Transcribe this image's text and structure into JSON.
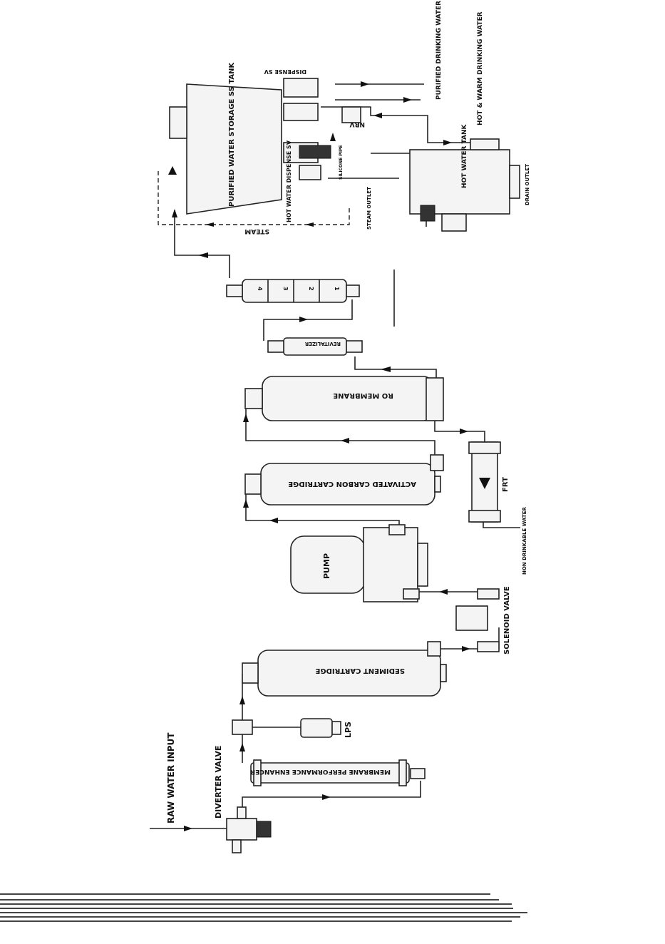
{
  "labels": {
    "raw_water_input": "RAW WATER INPUT",
    "diverter_valve": "DIVERTER VALVE",
    "membrane_enhancer": "MEMBRANE PERFORMANCE ENHANCER",
    "lps": "LPS",
    "sediment_cartridge": "SEDIMENT CARTRIDGE",
    "solenoid_valve": "SOLENOID VALVE",
    "pump": "PUMP",
    "carbon_cartridge": "ACTIVATED CARBON CARTRIDGE",
    "frt": "FRT",
    "non_drinkable_water": "NON DRINKABLE WATER",
    "ro_membrane": "RO MEMBRANE",
    "revitalizer": "REVITALIZER",
    "stage_1": "1",
    "stage_2": "2",
    "stage_3": "3",
    "stage_4": "4",
    "storage_tank": "PURIFIED WATER STORAGE SS TANK",
    "steam": "STEAM",
    "hot_water_dispense_sv": "HOT WATER DISPENSE SV",
    "silicone_pipe": "SILICONE PIPE",
    "steam_outlet": "STEAM OUTLET",
    "hot_water_tank": "HOT WATER TANK",
    "drain_outlet": "DRAIN OUTLET",
    "nrv": "NRV",
    "dispense_sv": "DISPENSE SV",
    "purified_drinking_water": "PURIFIED DRINKING WATER",
    "hot_warm_drinking_water": "HOT & WARM DRINKING WATER"
  },
  "colors": {
    "line": "#222222",
    "fill": "#f4f4f4",
    "background": "#ffffff"
  }
}
